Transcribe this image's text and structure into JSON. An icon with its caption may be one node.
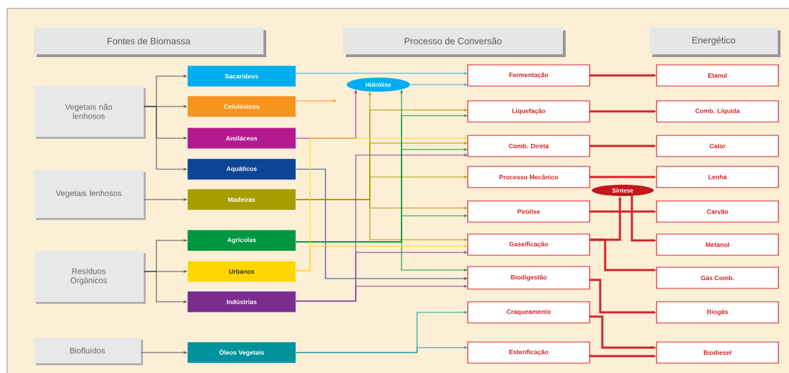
{
  "diagram": {
    "nodes": [
      {
        "text": [
          "Fontes de Biomassa"
        ]
      },
      {
        "text": [
          "Processo de Conversão"
        ]
      },
      {
        "text": [
          "Energético"
        ]
      },
      {
        "text": [
          "Vegetais não lenhosos"
        ]
      },
      {
        "text": [
          "Vegetais lenhosos"
        ]
      },
      {
        "text": [
          "Resíduos Orgânicos"
        ]
      },
      {
        "text": [
          "Biofluídos"
        ]
      },
      {
        "text": [
          "Sacarídeos"
        ]
      },
      {
        "text": [
          "Celulósicos"
        ]
      },
      {
        "text": [
          "Amiláceos"
        ]
      },
      {
        "text": [
          "Aquáticos"
        ]
      },
      {
        "text": [
          "Madeiras"
        ]
      },
      {
        "text": [
          "Agrícolas"
        ]
      },
      {
        "text": [
          "Urbanos"
        ]
      },
      {
        "text": [
          "Indústrias"
        ]
      },
      {
        "text": [
          "Óleos Vegetais"
        ]
      },
      {
        "text": [
          "Hidrólise"
        ]
      },
      {
        "text": [
          "Fermentação"
        ]
      },
      {
        "text": [
          "Liquefação"
        ]
      },
      {
        "text": [
          "Comb. Direta"
        ]
      },
      {
        "text": [
          "Processo Mecânico"
        ]
      },
      {
        "text": [
          "Pirólise"
        ]
      },
      {
        "text": [
          "Gaseificação"
        ]
      },
      {
        "text": [
          "Biodigestão"
        ]
      },
      {
        "text": [
          "Craqueamento"
        ]
      },
      {
        "text": [
          "Esterificação"
        ]
      },
      {
        "text": [
          "Síntese"
        ]
      },
      {
        "text": [
          "Etanol"
        ]
      },
      {
        "text": [
          "Comb. Líquida"
        ]
      },
      {
        "text": [
          "Calor"
        ]
      },
      {
        "text": [
          "Lenha"
        ]
      },
      {
        "text": [
          "Carvão"
        ]
      },
      {
        "text": [
          "Metanol"
        ]
      },
      {
        "text": [
          "Gás Comb."
        ]
      },
      {
        "text": [
          "Biogás"
        ]
      },
      {
        "text": [
          "Biodiesel"
        ]
      }
    ],
    "edges": [
      {
        "from": 3,
        "to": 7,
        "arrow": "to",
        "color": "#555555"
      },
      {
        "from": 3,
        "to": 8,
        "arrow": "to",
        "color": "#555555"
      },
      {
        "from": 3,
        "to": 9,
        "arrow": "to",
        "color": "#555555"
      },
      {
        "from": 3,
        "to": 10,
        "arrow": "to",
        "color": "#555555"
      },
      {
        "from": 4,
        "to": 11,
        "arrow": "to",
        "color": "#555555"
      },
      {
        "from": 5,
        "to": 12,
        "arrow": "to",
        "color": "#555555"
      },
      {
        "from": 5,
        "to": 13,
        "arrow": "to",
        "color": "#555555"
      },
      {
        "from": 5,
        "to": 14,
        "arrow": "to",
        "color": "#555555"
      },
      {
        "from": 6,
        "to": 15,
        "arrow": "to",
        "color": "#555555"
      },
      {
        "from": 7,
        "to": 17,
        "arrow": "to",
        "color": "#29b6e8"
      },
      {
        "from": 8,
        "to": null,
        "arrow": "to",
        "color": "#f7941d"
      },
      {
        "from": 9,
        "to": 16,
        "arrow": "to",
        "color": "#b5198f"
      },
      {
        "from": 16,
        "to": 17,
        "arrow": "to",
        "color": "#29b6e8"
      },
      {
        "from": 10,
        "to": 23,
        "arrow": "to",
        "color": "#1c4a96"
      },
      {
        "from": 11,
        "to": 16,
        "arrow": "to",
        "color": "#a89d00"
      },
      {
        "from": 11,
        "to": 18,
        "arrow": "to",
        "color": "#a89d00"
      },
      {
        "from": 11,
        "to": 19,
        "arrow": "to",
        "color": "#a89d00"
      },
      {
        "from": 11,
        "to": 20,
        "arrow": "to",
        "color": "#a89d00"
      },
      {
        "from": 11,
        "to": 21,
        "arrow": "to",
        "color": "#a89d00"
      },
      {
        "from": 11,
        "to": 22,
        "arrow": "to",
        "color": "#a89d00"
      },
      {
        "from": 12,
        "to": 16,
        "arrow": "to",
        "color": "#00984a"
      },
      {
        "from": 12,
        "to": 18,
        "arrow": "to",
        "color": "#00984a"
      },
      {
        "from": 12,
        "to": 19,
        "arrow": "to",
        "color": "#00984a"
      },
      {
        "from": 12,
        "to": 21,
        "arrow": "to",
        "color": "#00984a"
      },
      {
        "from": 12,
        "to": 23,
        "arrow": "to",
        "color": "#00984a"
      },
      {
        "from": 13,
        "to": 19,
        "arrow": "to",
        "color": "#ffd700"
      },
      {
        "from": 13,
        "to": 22,
        "arrow": "to",
        "color": "#ffd700"
      },
      {
        "from": 14,
        "to": 19,
        "arrow": "to",
        "color": "#8a3c9a"
      },
      {
        "from": 14,
        "to": 22,
        "arrow": "to",
        "color": "#8a3c9a"
      },
      {
        "from": 14,
        "to": 23,
        "arrow": "to",
        "color": "#8a3c9a"
      },
      {
        "from": 15,
        "to": 24,
        "arrow": "to",
        "color": "#1a9ba5"
      },
      {
        "from": 15,
        "to": 25,
        "arrow": "to",
        "color": "#1a9ba5"
      },
      {
        "from": 17,
        "to": 27,
        "arrow": "to",
        "style": "thick"
      },
      {
        "from": 18,
        "to": 28,
        "arrow": "to",
        "style": "thick"
      },
      {
        "from": 19,
        "to": 29,
        "arrow": "to",
        "style": "thick"
      },
      {
        "from": 20,
        "to": 30,
        "arrow": "to",
        "style": "thick"
      },
      {
        "from": 21,
        "to": 31,
        "arrow": "to",
        "style": "thick"
      },
      {
        "from": 22,
        "to": 26,
        "arrow": "to",
        "style": "thick"
      },
      {
        "from": 26,
        "to": 32,
        "arrow": "to",
        "style": "thick"
      },
      {
        "from": 22,
        "to": 33,
        "arrow": "to",
        "style": "thick"
      },
      {
        "from": 23,
        "to": 34,
        "arrow": "to",
        "style": "thick"
      },
      {
        "from": 24,
        "to": 35,
        "arrow": "to",
        "style": "thick"
      },
      {
        "from": 25,
        "to": 35,
        "arrow": "to",
        "style": "thick"
      }
    ]
  }
}
